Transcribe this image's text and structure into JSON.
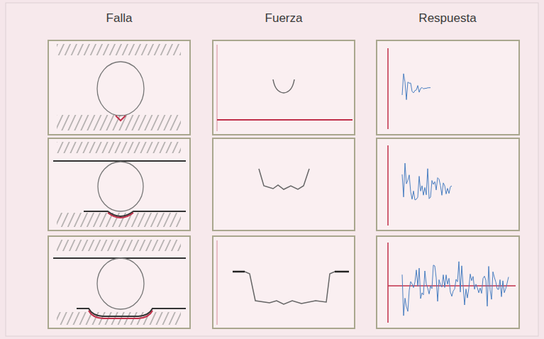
{
  "diagram": {
    "labels": [
      "Falla",
      "Fuerza",
      "Respuesta"
    ]
  }
}
